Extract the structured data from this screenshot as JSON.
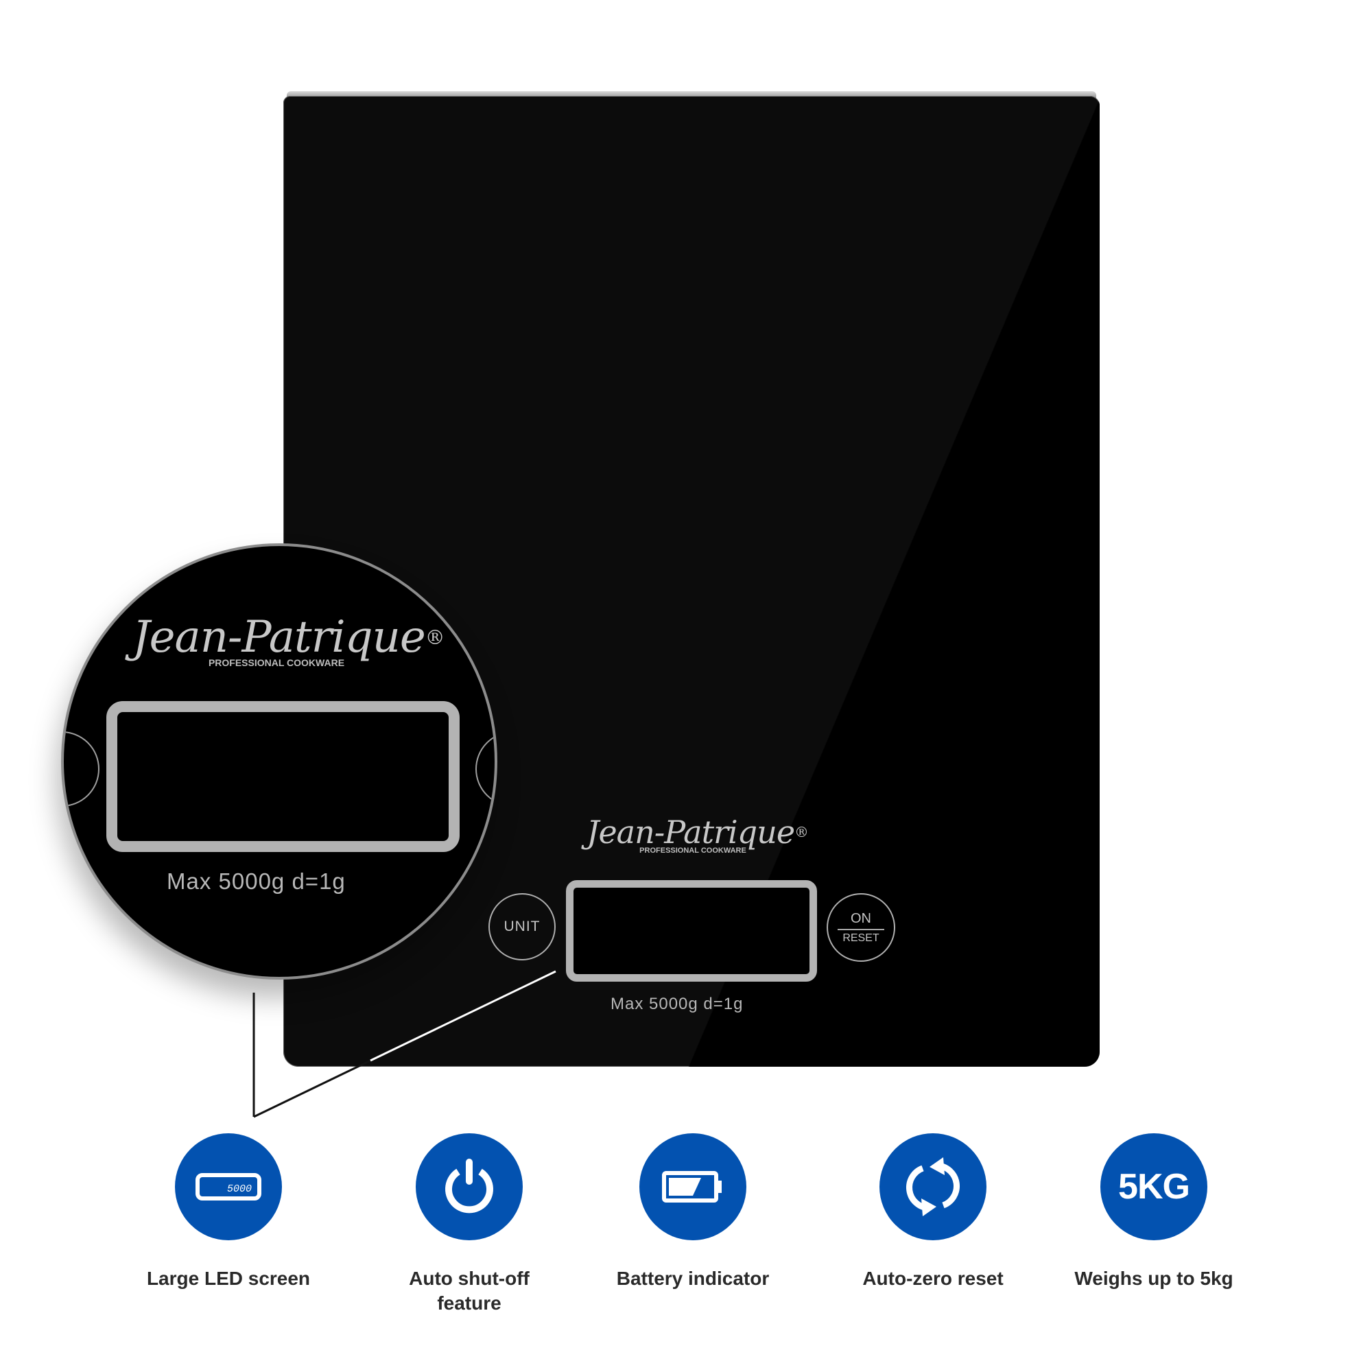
{
  "colors": {
    "accent_blue": "#0352b0",
    "scale_black": "#0c0c0c",
    "print_silver": "#bdbdbd",
    "label_text": "#2a2a2a"
  },
  "product": {
    "brand_name": "Jean-Patrique",
    "registered_mark": "®",
    "brand_tagline": "PROFESSIONAL COOKWARE",
    "capacity_text": "Max 5000g d=1g",
    "buttons": {
      "unit": "UNIT",
      "on": "ON",
      "reset": "RESET"
    }
  },
  "magnifier": {
    "brand_name": "Jean-Patrique",
    "registered_mark": "®",
    "brand_tagline": "PROFESSIONAL COOKWARE",
    "capacity_text": "Max 5000g d=1g"
  },
  "features": [
    {
      "icon": "led-screen-icon",
      "icon_value": "5000",
      "label": "Large LED screen"
    },
    {
      "icon": "power-icon",
      "label": "Auto shut-off feature"
    },
    {
      "icon": "battery-icon",
      "label": "Battery indicator"
    },
    {
      "icon": "refresh-icon",
      "label": "Auto-zero reset"
    },
    {
      "icon": "weight-5kg-icon",
      "icon_value": "5KG",
      "label": "Weighs up to 5kg"
    }
  ]
}
